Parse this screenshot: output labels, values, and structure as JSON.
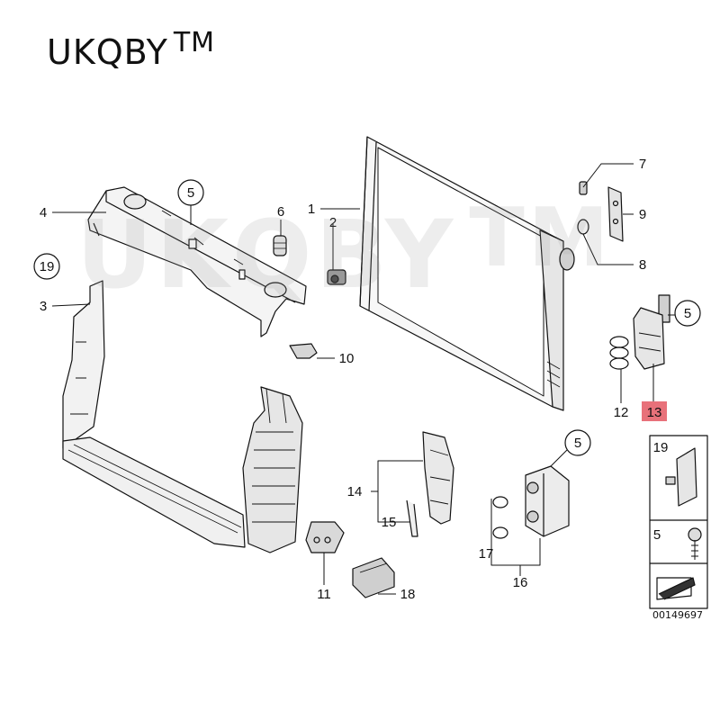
{
  "brand": {
    "name": "UKQBY",
    "mark": "TM"
  },
  "watermark": {
    "name": "UKQBY",
    "mark": "TM"
  },
  "colors": {
    "line": "#111111",
    "highlight": "#e8717a",
    "part_fill": "#f4f4f4",
    "shade": "#bdbdbd"
  },
  "callouts": {
    "c1": "1",
    "c2": "2",
    "c3": "3",
    "c4": "4",
    "c5a": "5",
    "c5b": "5",
    "c5c": "5",
    "c6": "6",
    "c7": "7",
    "c8": "8",
    "c9": "9",
    "c10": "10",
    "c11": "11",
    "c12": "12",
    "c13": "13",
    "c14": "14",
    "c15": "15",
    "c16": "16",
    "c17": "17",
    "c18": "18",
    "c19": "19"
  },
  "legend": {
    "key19": "19",
    "key5": "5"
  },
  "diagram_id": "00149697"
}
